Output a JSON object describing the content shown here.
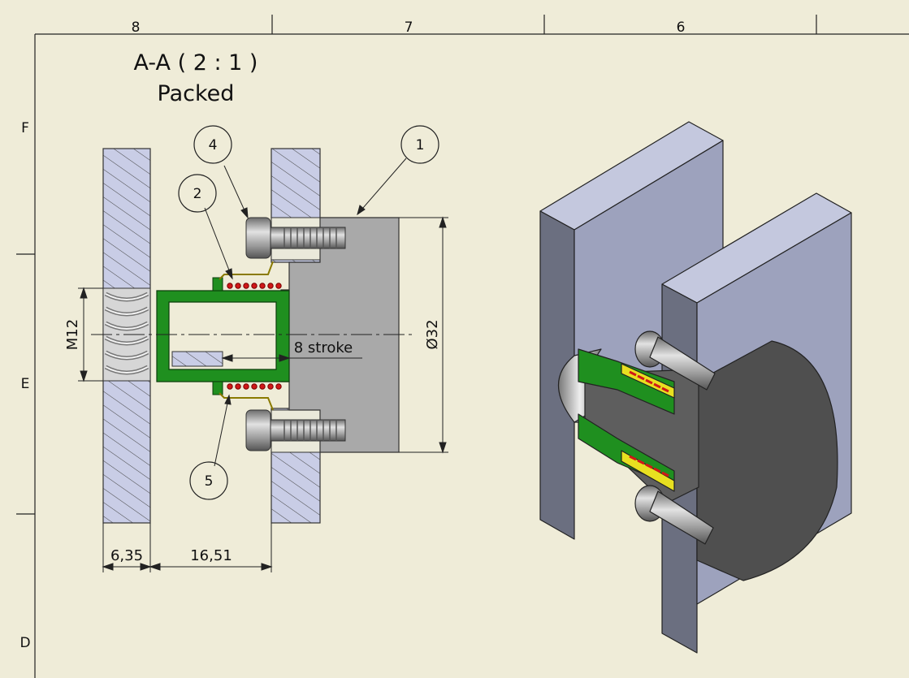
{
  "sheet": {
    "zone_columns": [
      "8",
      "7",
      "6"
    ],
    "zone_rows": [
      "F",
      "E",
      "D"
    ]
  },
  "view": {
    "title": "A-A ( 2 : 1 )",
    "subtitle": "Packed"
  },
  "balloons": [
    "1",
    "2",
    "4",
    "5"
  ],
  "dimensions": {
    "thread": "M12",
    "diameter": "Ø32",
    "stroke": "8 stroke",
    "left_plate_thickness": "6,35",
    "gap": "16,51"
  },
  "colors": {
    "background": "#efecd8",
    "plate_fill": "#c9cde6",
    "body_fill": "#a9a9a9",
    "sleeve_fill": "#1f8f1f",
    "spring": "#d01818",
    "retainer": "#e8e020"
  }
}
